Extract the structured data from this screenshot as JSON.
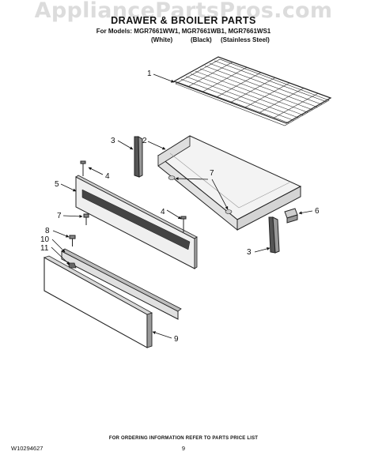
{
  "watermark": "AppliancePartsPros.com",
  "title": "DRAWER & BROILER PARTS",
  "models_line": "For Models: MGR7661WW1, MGR7661WB1, MGR7661WS1",
  "variants": [
    "(White)",
    "(Black)",
    "(Stainless Steel)"
  ],
  "callouts": [
    "1",
    "2",
    "3",
    "4",
    "5",
    "7",
    "4",
    "7",
    "6",
    "8",
    "10",
    "11",
    "3",
    "9"
  ],
  "footer": {
    "note": "FOR ORDERING INFORMATION REFER TO PARTS PRICE LIST",
    "doc_number": "W10294627",
    "page_number": "9"
  }
}
